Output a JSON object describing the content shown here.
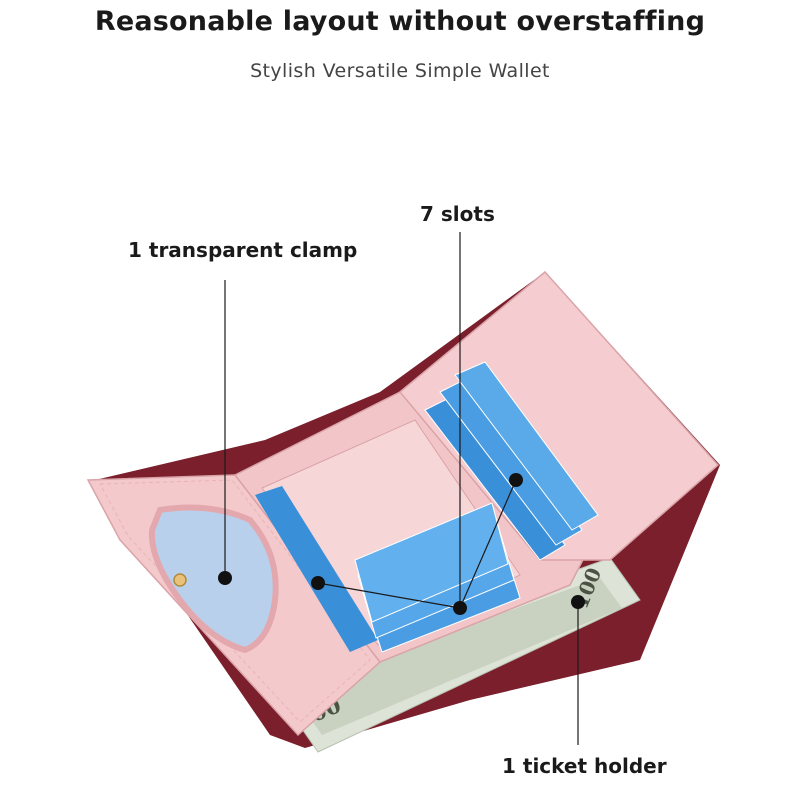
{
  "header": {
    "title": "Reasonable layout without overstaffing",
    "subtitle": "Stylish Versatile Simple Wallet"
  },
  "callouts": {
    "clamp": "1 transparent clamp",
    "slots": "7 slots",
    "ticket": "1 ticket holder"
  },
  "banknote": {
    "denomination": "100"
  },
  "colors": {
    "pink": "#f2c6c9",
    "card_blue": "#3a8fd9",
    "burgundy": "#7a1f2b",
    "banknote": "#dde3d6"
  }
}
